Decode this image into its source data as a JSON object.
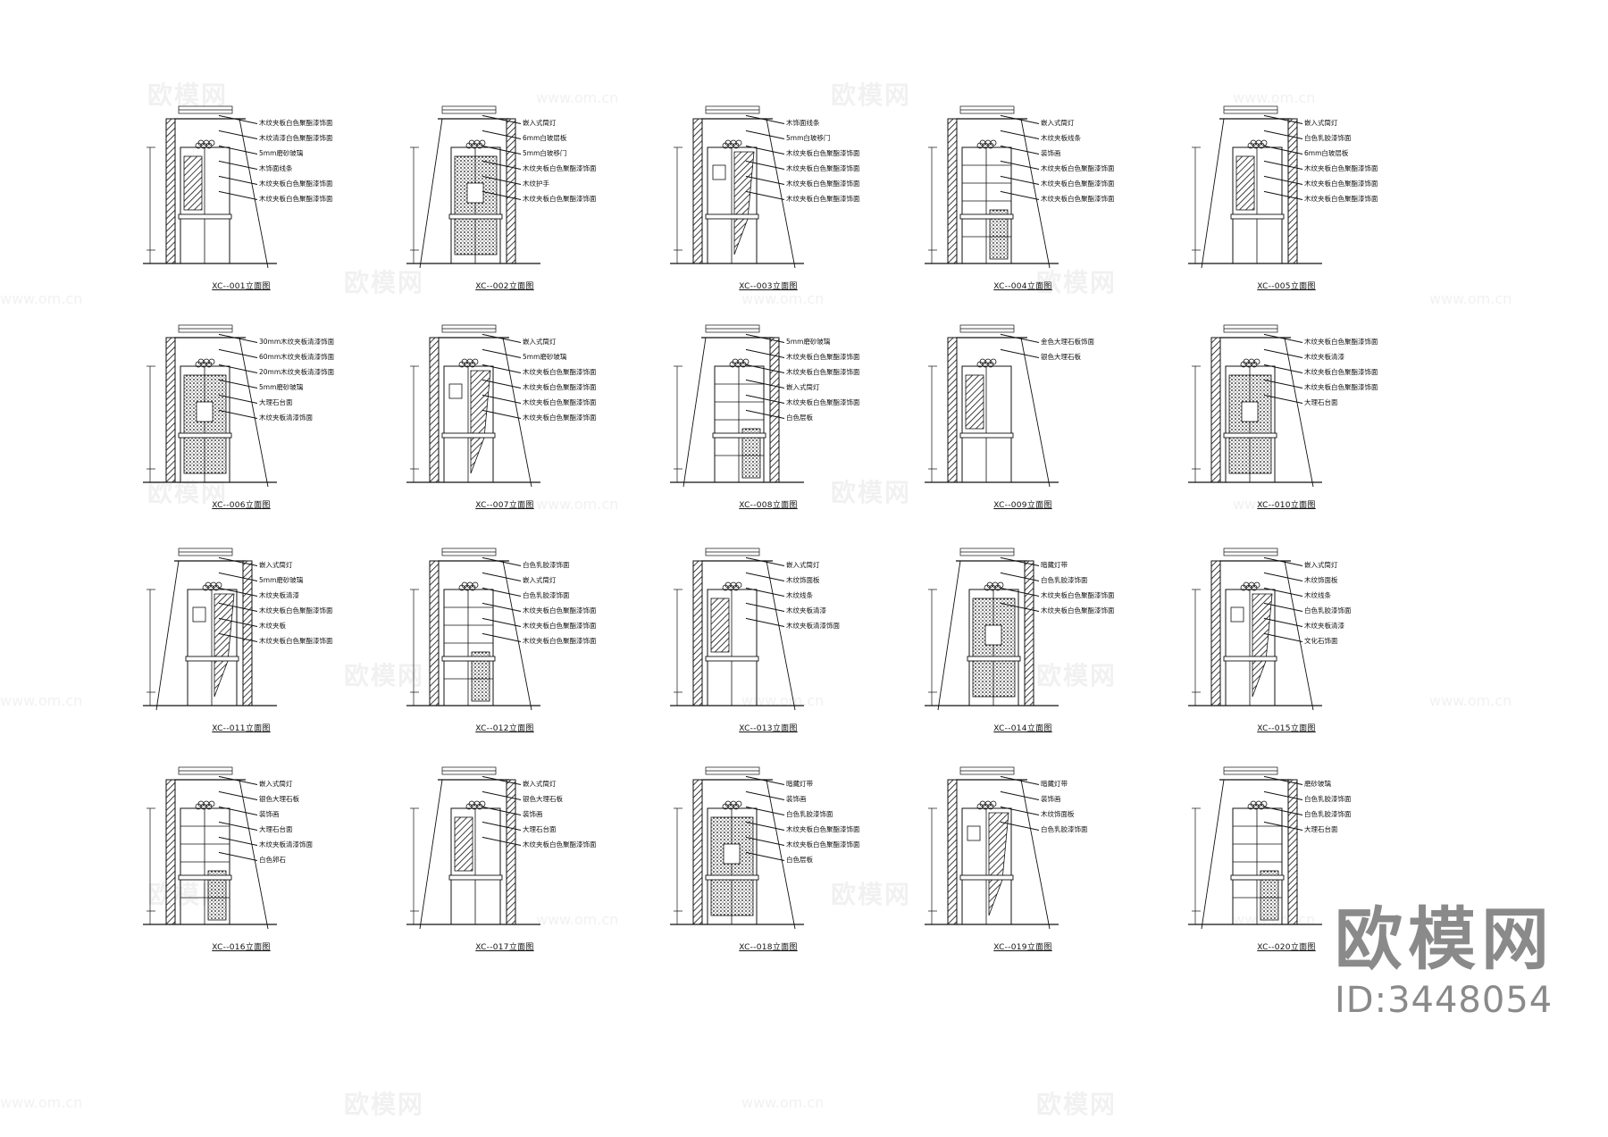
{
  "watermark": {
    "text": "欧模网",
    "url": "www.om.cn"
  },
  "brand": {
    "logo": "欧模网",
    "id": "ID:3448054"
  },
  "drawings": [
    {
      "caption": "XC--001立面图",
      "callouts": [
        "木纹夹板白色聚酯漆饰面",
        "木纹清漆白色聚酯漆饰面",
        "5mm磨砂玻璃",
        "木饰面线条",
        "木纹夹板白色聚酯漆饰面",
        "木纹夹板白色聚酯漆饰面"
      ]
    },
    {
      "caption": "XC--002立面图",
      "callouts": [
        "嵌入式筒灯",
        "6mm白玻层板",
        "5mm白玻移门",
        "木纹夹板白色聚酯漆饰面",
        "木纹护手",
        "木纹夹板白色聚酯漆饰面"
      ]
    },
    {
      "caption": "XC--003立面图",
      "callouts": [
        "木饰面线条",
        "5mm白玻移门",
        "木纹夹板白色聚酯漆饰面",
        "木纹夹板白色聚酯漆饰面",
        "木纹夹板白色聚酯漆饰面",
        "木纹夹板白色聚酯漆饰面"
      ]
    },
    {
      "caption": "XC--004立面图",
      "callouts": [
        "嵌入式筒灯",
        "木纹夹板线条",
        "装饰画",
        "木纹夹板白色聚酯漆饰面",
        "木纹夹板白色聚酯漆饰面",
        "木纹夹板白色聚酯漆饰面"
      ]
    },
    {
      "caption": "XC--005立面图",
      "callouts": [
        "嵌入式筒灯",
        "白色乳胶漆饰面",
        "6mm白玻层板",
        "木纹夹板白色聚酯漆饰面",
        "木纹夹板白色聚酯漆饰面",
        "木纹夹板白色聚酯漆饰面"
      ]
    },
    {
      "caption": "XC--006立面图",
      "callouts": [
        "30mm木纹夹板清漆饰面",
        "60mm木纹夹板清漆饰面",
        "20mm木纹夹板清漆饰面",
        "5mm磨砂玻璃",
        "大理石台面",
        "木纹夹板清漆饰面"
      ]
    },
    {
      "caption": "XC--007立面图",
      "callouts": [
        "嵌入式筒灯",
        "5mm磨砂玻璃",
        "木纹夹板白色聚酯漆饰面",
        "木纹夹板白色聚酯漆饰面",
        "木纹夹板白色聚酯漆饰面",
        "木纹夹板白色聚酯漆饰面"
      ]
    },
    {
      "caption": "XC--008立面图",
      "callouts": [
        "5mm磨砂玻璃",
        "木纹夹板白色聚酯漆饰面",
        "木纹夹板白色聚酯漆饰面",
        "嵌入式筒灯",
        "木纹夹板白色聚酯漆饰面",
        "白色层板"
      ]
    },
    {
      "caption": "XC--009立面图",
      "callouts": [
        "金色大理石板饰面",
        "银色大理石板"
      ]
    },
    {
      "caption": "XC--010立面图",
      "callouts": [
        "木纹夹板白色聚酯漆饰面",
        "木纹夹板清漆",
        "木纹夹板白色聚酯漆饰面",
        "木纹夹板白色聚酯漆饰面",
        "大理石台面"
      ]
    },
    {
      "caption": "XC--011立面图",
      "callouts": [
        "嵌入式筒灯",
        "5mm磨砂玻璃",
        "木纹夹板清漆",
        "木纹夹板白色聚酯漆饰面",
        "木纹夹板",
        "木纹夹板白色聚酯漆饰面"
      ]
    },
    {
      "caption": "XC--012立面图",
      "callouts": [
        "白色乳胶漆饰面",
        "嵌入式筒灯",
        "白色乳胶漆饰面",
        "木纹夹板白色聚酯漆饰面",
        "木纹夹板白色聚酯漆饰面",
        "木纹夹板白色聚酯漆饰面"
      ]
    },
    {
      "caption": "XC--013立面图",
      "callouts": [
        "嵌入式筒灯",
        "木纹饰面板",
        "木纹线条",
        "木纹夹板清漆",
        "木纹夹板清漆饰面"
      ]
    },
    {
      "caption": "XC--014立面图",
      "callouts": [
        "暗藏灯带",
        "白色乳胶漆饰面",
        "木纹夹板白色聚酯漆饰面",
        "木纹夹板白色聚酯漆饰面"
      ]
    },
    {
      "caption": "XC--015立面图",
      "callouts": [
        "嵌入式筒灯",
        "木纹饰面板",
        "木纹线条",
        "白色乳胶漆饰面",
        "木纹夹板清漆",
        "文化石饰面"
      ]
    },
    {
      "caption": "XC--016立面图",
      "callouts": [
        "嵌入式筒灯",
        "银色大理石板",
        "装饰画",
        "大理石台面",
        "木纹夹板清漆饰面",
        "白色卵石"
      ]
    },
    {
      "caption": "XC--017立面图",
      "callouts": [
        "嵌入式筒灯",
        "银色大理石板",
        "装饰画",
        "大理石台面",
        "木纹夹板白色聚酯漆饰面"
      ]
    },
    {
      "caption": "XC--018立面图",
      "callouts": [
        "暗藏灯带",
        "装饰画",
        "白色乳胶漆饰面",
        "木纹夹板白色聚酯漆饰面",
        "木纹夹板白色聚酯漆饰面",
        "白色层板"
      ]
    },
    {
      "caption": "XC--019立面图",
      "callouts": [
        "暗藏灯带",
        "装饰画",
        "木纹饰面板",
        "白色乳胶漆饰面"
      ]
    },
    {
      "caption": "XC--020立面图",
      "callouts": [
        "磨砂玻璃",
        "白色乳胶漆饰面",
        "白色乳胶漆饰面",
        "大理石台面"
      ]
    }
  ]
}
